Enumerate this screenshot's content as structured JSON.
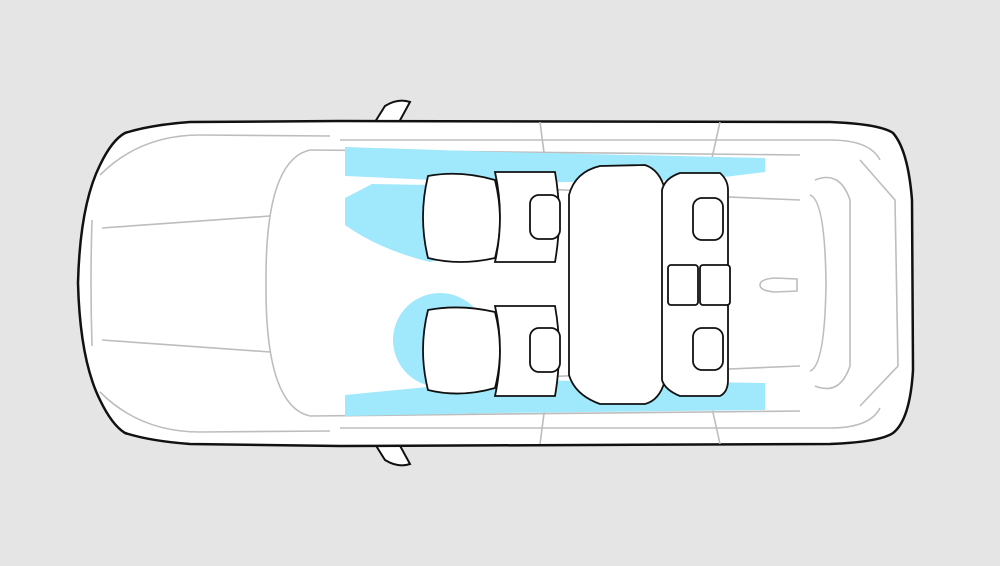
{
  "diagram": {
    "subject": "vehicle-top-view-airbag-layout",
    "colors": {
      "background": "#e5e5e5",
      "body": "#ffffff",
      "outline": "#111111",
      "detail_lines": "#bdbdbd",
      "airbag": "#a0e8fb"
    },
    "airbags": [
      {
        "name": "curtain-airbag-left"
      },
      {
        "name": "curtain-airbag-right"
      },
      {
        "name": "front-passenger-airbag"
      },
      {
        "name": "driver-airbag"
      }
    ]
  }
}
